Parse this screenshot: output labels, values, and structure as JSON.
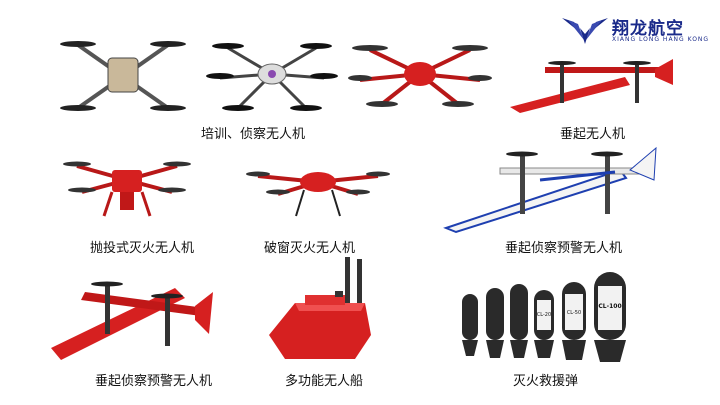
{
  "brand": {
    "name_cn": "翔龙航空",
    "name_en": "XIANG LONG HANG KONG"
  },
  "products": [
    {
      "label": "培训、侦察无人机"
    },
    {
      "label": "垂起无人机"
    },
    {
      "label": "抛投式灭火无人机"
    },
    {
      "label": "破窗灭火无人机"
    },
    {
      "label": "垂起侦察预警无人机"
    },
    {
      "label": "垂起侦察预警无人机"
    },
    {
      "label": "多功能无人船"
    },
    {
      "label": "灭火救援弹"
    }
  ],
  "bomb_labels": [
    "CL-20",
    "CL-50",
    "CL-100"
  ],
  "colors": {
    "brand_blue": "#1a2a8a",
    "drone_red": "#d62020",
    "drone_dark": "#2a2a2a"
  }
}
